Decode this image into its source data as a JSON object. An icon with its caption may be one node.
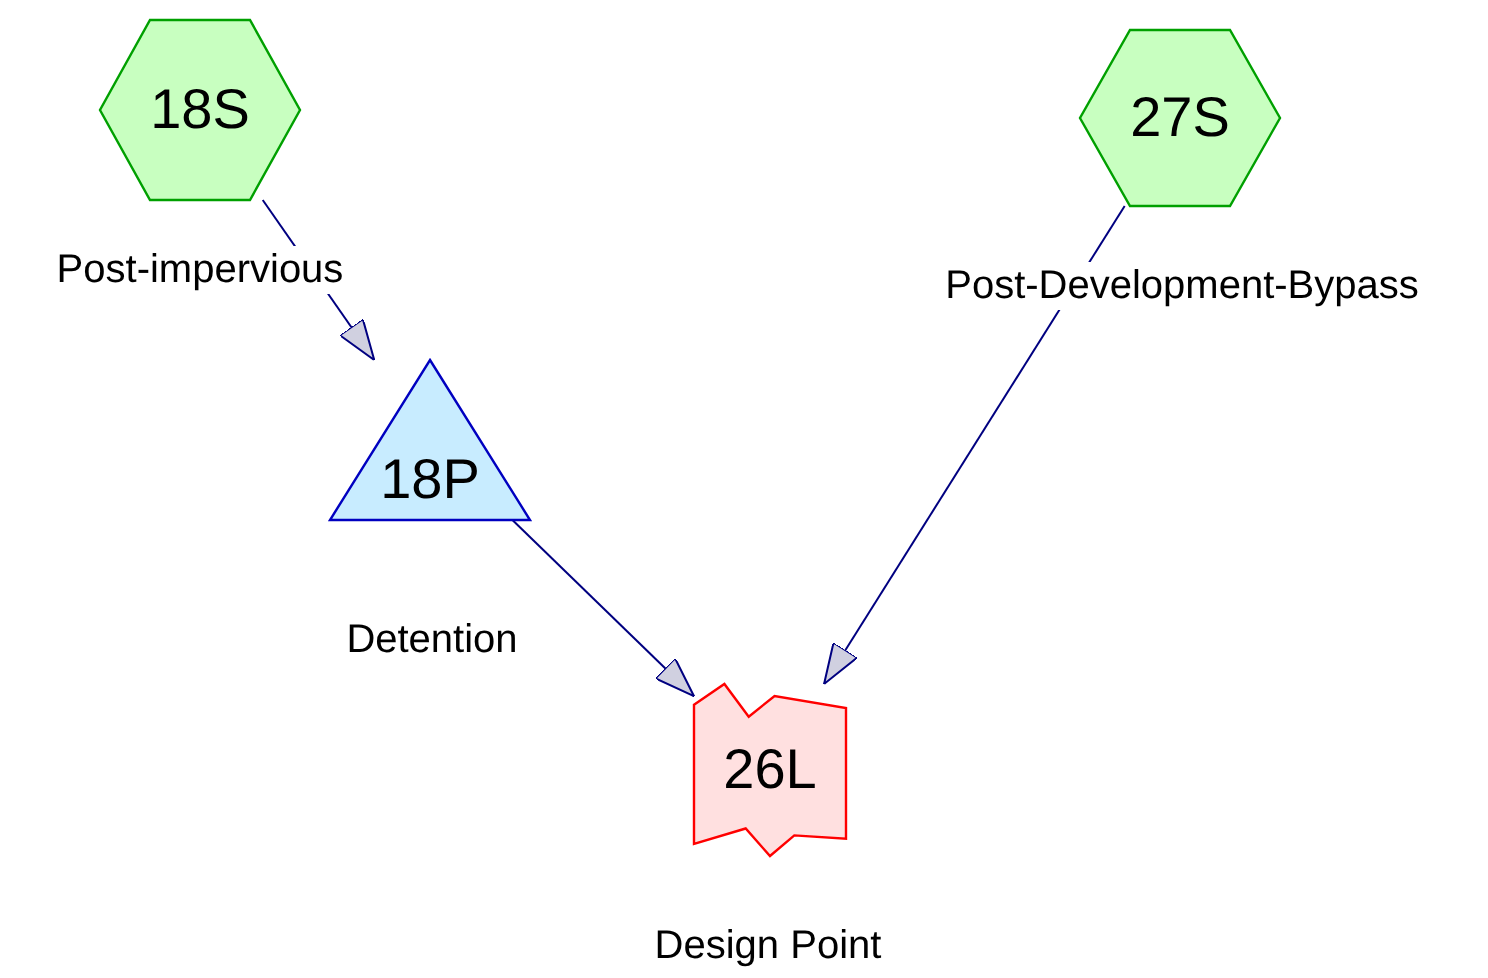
{
  "diagram": {
    "nodes": [
      {
        "text": [
          "18S"
        ],
        "beside": [
          "Post-impervious"
        ]
      },
      {
        "text": [
          "27S"
        ],
        "beside": [
          "Post-Development-Bypass"
        ]
      },
      {
        "text": [
          "18P"
        ],
        "beside": [
          "Detention"
        ]
      },
      {
        "text": [
          "26L"
        ],
        "beside": [
          "Design Point"
        ]
      }
    ],
    "edges": [
      {
        "from": 0,
        "to": 2,
        "arrow": "to"
      },
      {
        "from": 2,
        "to": 3,
        "arrow": "to"
      },
      {
        "from": 1,
        "to": 3,
        "arrow": "to"
      }
    ]
  }
}
